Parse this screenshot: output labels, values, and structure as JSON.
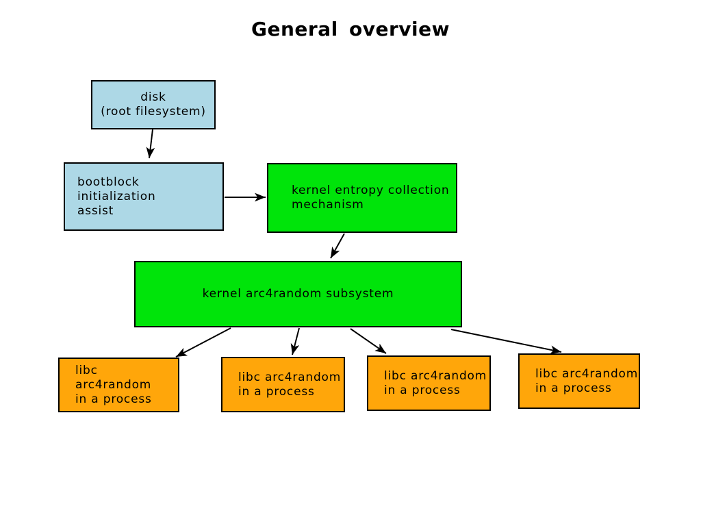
{
  "title": "General overview",
  "colors": {
    "storage_node": "#add8e6",
    "kernel_node": "#00e40a",
    "process_node": "#ffa60a",
    "border": "#000000",
    "arrow": "#000000",
    "background": "#ffffff",
    "text": "#000000"
  },
  "nodes": {
    "disk": {
      "line1": "disk",
      "line2": "(root filesystem)"
    },
    "bootblock": {
      "line1": "bootblock initialization",
      "line2": "assist"
    },
    "entropy": {
      "line1": "kernel entropy collection",
      "line2": "mechanism"
    },
    "arc4random": {
      "line1": "kernel arc4random subsystem"
    },
    "libc1": {
      "line1": "libc arc4random",
      "line2": "in a process"
    },
    "libc2": {
      "line1": "libc arc4random",
      "line2": "in a process"
    },
    "libc3": {
      "line1": "libc arc4random",
      "line2": "in a process"
    },
    "libc4": {
      "line1": "libc arc4random",
      "line2": "in a process"
    }
  },
  "edges": [
    {
      "from": "disk",
      "to": "bootblock-initialization-assist"
    },
    {
      "from": "bootblock-initialization-assist",
      "to": "kernel-entropy-collection-mechanism"
    },
    {
      "from": "kernel-entropy-collection-mechanism",
      "to": "kernel-arc4random-subsystem"
    },
    {
      "from": "kernel-arc4random-subsystem",
      "to": "libc-arc4random-process-1"
    },
    {
      "from": "kernel-arc4random-subsystem",
      "to": "libc-arc4random-process-2"
    },
    {
      "from": "kernel-arc4random-subsystem",
      "to": "libc-arc4random-process-3"
    },
    {
      "from": "kernel-arc4random-subsystem",
      "to": "libc-arc4random-process-4"
    }
  ]
}
